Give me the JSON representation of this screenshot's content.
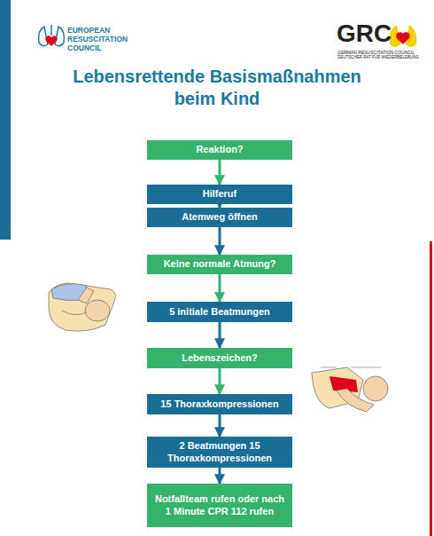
{
  "diagram": {
    "title": "Lebensrettende Basismaßnahmen beim Kind",
    "nodes": [
      {
        "text": [
          "Reaktion?"
        ]
      },
      {
        "text": [
          "Hilferuf"
        ]
      },
      {
        "text": [
          "Atemweg öffnen"
        ]
      },
      {
        "text": [
          "Keine normale Atmung?"
        ]
      },
      {
        "text": [
          "5 initiale Beatmungen"
        ]
      },
      {
        "text": [
          "Lebenszeichen?"
        ]
      },
      {
        "text": [
          "15 Thoraxkompressionen"
        ]
      },
      {
        "text": [
          "2 Beatmungen 15 Thoraxkompressionen"
        ]
      },
      {
        "text": [
          "Notfallteam rufen oder nach 1 Minute CPR 112 rufen"
        ]
      }
    ],
    "edges": [
      {
        "from": 0,
        "to": 1,
        "arrow": "to"
      },
      {
        "from": 1,
        "to": 2,
        "arrow": "to"
      },
      {
        "from": 2,
        "to": 3,
        "arrow": "to"
      },
      {
        "from": 3,
        "to": 4,
        "arrow": "to"
      },
      {
        "from": 4,
        "to": 5,
        "arrow": "to"
      },
      {
        "from": 5,
        "to": 6,
        "arrow": "to"
      },
      {
        "from": 6,
        "to": 7,
        "arrow": "to"
      },
      {
        "from": 7,
        "to": 8,
        "arrow": "to"
      }
    ],
    "labels": [
      "EUROPEAN",
      "RESUSCITATION",
      "COUNCIL",
      "GRC",
      "GERMAN RESUSCITATION COUNCIL",
      "DEUTSCHER RAT FÜR WIEDERBELEBUNG"
    ]
  }
}
